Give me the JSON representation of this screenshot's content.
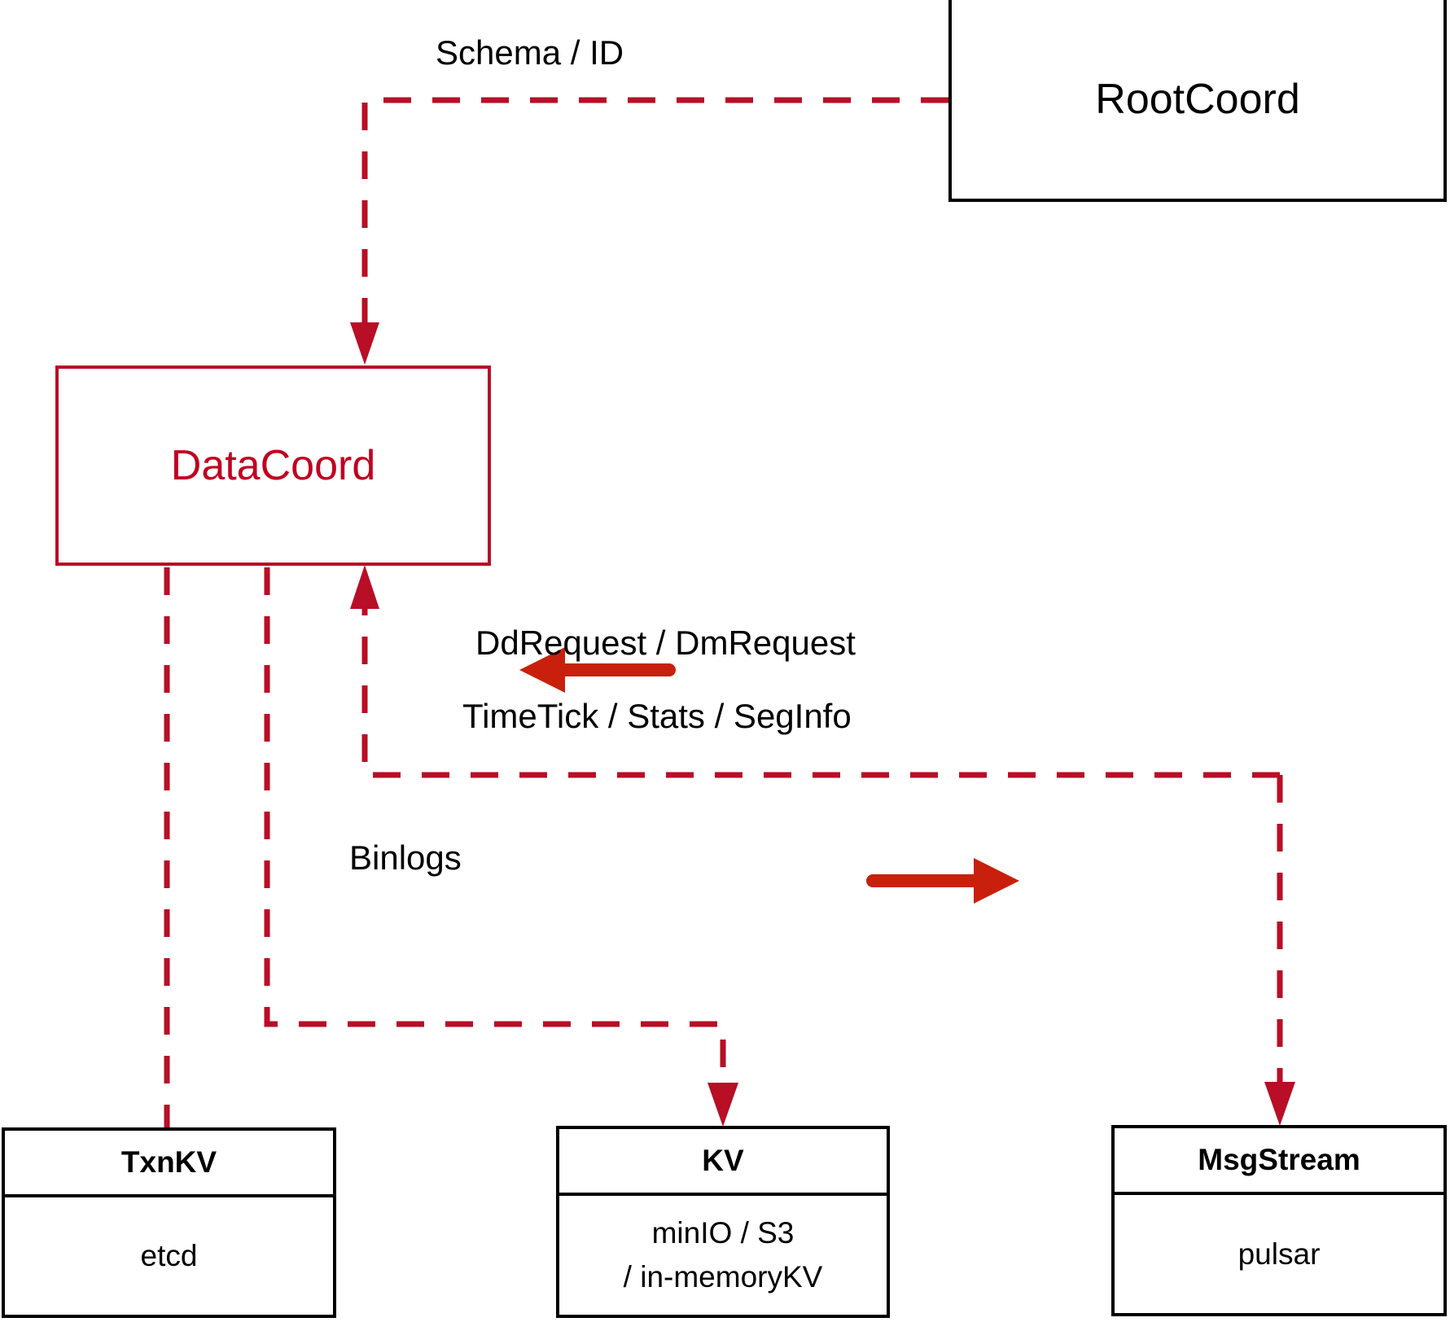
{
  "diagram": {
    "title": "DataCoord architecture",
    "colors": {
      "dashed_line": "#b80e26",
      "solid_arrow": "#c8200c",
      "datacoord_accent": "#c00020",
      "node_border": "#000000",
      "background": "#ffffff"
    }
  },
  "nodes": {
    "rootcoord": {
      "title": "RootCoord"
    },
    "datacoord": {
      "title": "DataCoord"
    },
    "txnkv": {
      "title": "TxnKV",
      "body_line_1": "etcd"
    },
    "kv": {
      "title": "KV",
      "body_line_1": "minIO / S3",
      "body_line_2": "/ in-memoryKV"
    },
    "msgstream": {
      "title": "MsgStream",
      "body_line_1": "pulsar"
    }
  },
  "edge_labels": {
    "schema_id": "Schema / ID",
    "dd_dm_request": "DdRequest / DmRequest",
    "timetick_stats_seginfo": "TimeTick / Stats / SegInfo",
    "binlogs": "Binlogs"
  },
  "connections": [
    {
      "id": "rootcoord-to-datacoord",
      "from": "rootcoord",
      "to": "datacoord",
      "label": "Schema / ID",
      "style": "dashed",
      "arrowhead": "down"
    },
    {
      "id": "msgstream-to-datacoord",
      "from": "msgstream",
      "to": "datacoord",
      "label": "DdRequest / DmRequest",
      "style": "dashed",
      "arrowhead": "up"
    },
    {
      "id": "datacoord-to-msgstream",
      "from": "datacoord",
      "to": "msgstream",
      "label": "TimeTick / Stats / SegInfo",
      "style": "dashed",
      "arrowhead": "down"
    },
    {
      "id": "datacoord-to-kv",
      "from": "datacoord",
      "to": "kv",
      "label": "Binlogs",
      "style": "dashed",
      "arrowhead": "down"
    },
    {
      "id": "datacoord-to-txnkv",
      "from": "datacoord",
      "to": "txnkv",
      "label": "",
      "style": "dashed",
      "arrowhead": "none"
    },
    {
      "id": "flow-inbound",
      "direction": "left",
      "style": "solid"
    },
    {
      "id": "flow-outbound",
      "direction": "right",
      "style": "solid"
    }
  ]
}
